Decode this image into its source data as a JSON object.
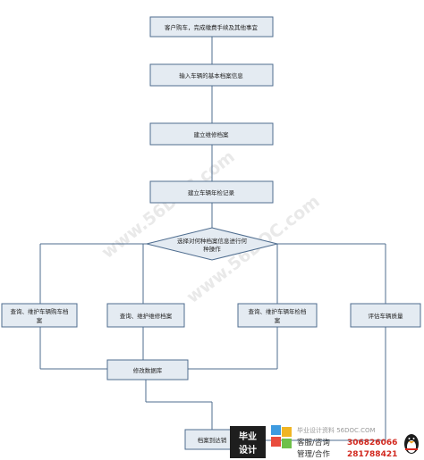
{
  "watermark": {
    "text": "www.56DOC.com"
  },
  "flow": {
    "step1": "客户购车，完成缴费手续及其他事宜",
    "step2": "输入车辆的基本档案信息",
    "step3": "建立维修档案",
    "step4": "建立车辆年检记录",
    "decision_line1": "选择对何种档案信息进行何",
    "decision_line2": "种操作",
    "branch1_line1": "查询、维护车辆购车档",
    "branch1_line2": "案",
    "branch2": "查询、维护维修档案",
    "branch3_line1": "查询、维护车辆年检档",
    "branch3_line2": "案",
    "branch4": "评估车辆质量",
    "modify": "修改数据库",
    "deliver": "档案到达销"
  },
  "footer": {
    "logo_top": "毕业",
    "logo_bottom": "设计",
    "site_line": "毕业设计资料 56DOC.COM",
    "row1_label": "客服/咨询",
    "row1_number": "306826066",
    "row2_label": "管理/合作",
    "row2_number": "281788421"
  },
  "colors": {
    "box_fill": "#e4ebf2",
    "box_stroke": "#4f6d8f",
    "accent_red": "#d2281e"
  }
}
